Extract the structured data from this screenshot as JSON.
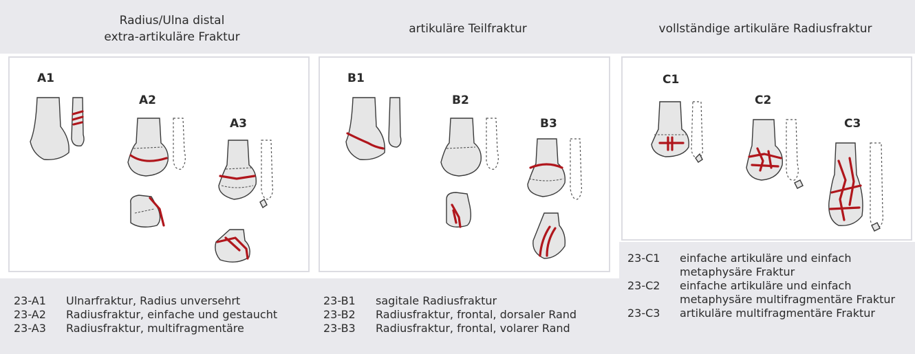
{
  "headers": {
    "a": [
      "Radius/Ulna distal",
      "extra-artikuläre Fraktur"
    ],
    "b": "artikuläre Teilfraktur",
    "c": "vollständige artikuläre Radiusfraktur"
  },
  "labels": {
    "a1": "A1",
    "a2": "A2",
    "a3": "A3",
    "b1": "B1",
    "b2": "B2",
    "b3": "B3",
    "c1": "C1",
    "c2": "C2",
    "c3": "C3"
  },
  "legend_a": [
    {
      "code": "23-A1",
      "text": "Ulnarfraktur, Radius unversehrt"
    },
    {
      "code": "23-A2",
      "text": "Radiusfraktur, einfache und gestaucht"
    },
    {
      "code": "23-A3",
      "text": "Radiusfraktur, multifragmentäre"
    }
  ],
  "legend_b": [
    {
      "code": "23-B1",
      "text": "sagitale Radiusfraktur"
    },
    {
      "code": "23-B2",
      "text": "Radiusfraktur, frontal, dorsaler Rand"
    },
    {
      "code": "23-B3",
      "text": "Radiusfraktur, frontal, volarer Rand"
    }
  ],
  "legend_c": [
    {
      "code": "23-C1",
      "text": "einfache artikuläre und einfach metaphysäre Fraktur"
    },
    {
      "code": "23-C2",
      "text": "einfache artikuläre und einfach metaphysäre  multifragmentäre Fraktur"
    },
    {
      "code": "23-C3",
      "text": "artikuläre  multifragmentäre Fraktur"
    }
  ],
  "colors": {
    "background": "#e9e9ed",
    "fracture": "#b0161c",
    "bone": "#e6e6e6"
  }
}
